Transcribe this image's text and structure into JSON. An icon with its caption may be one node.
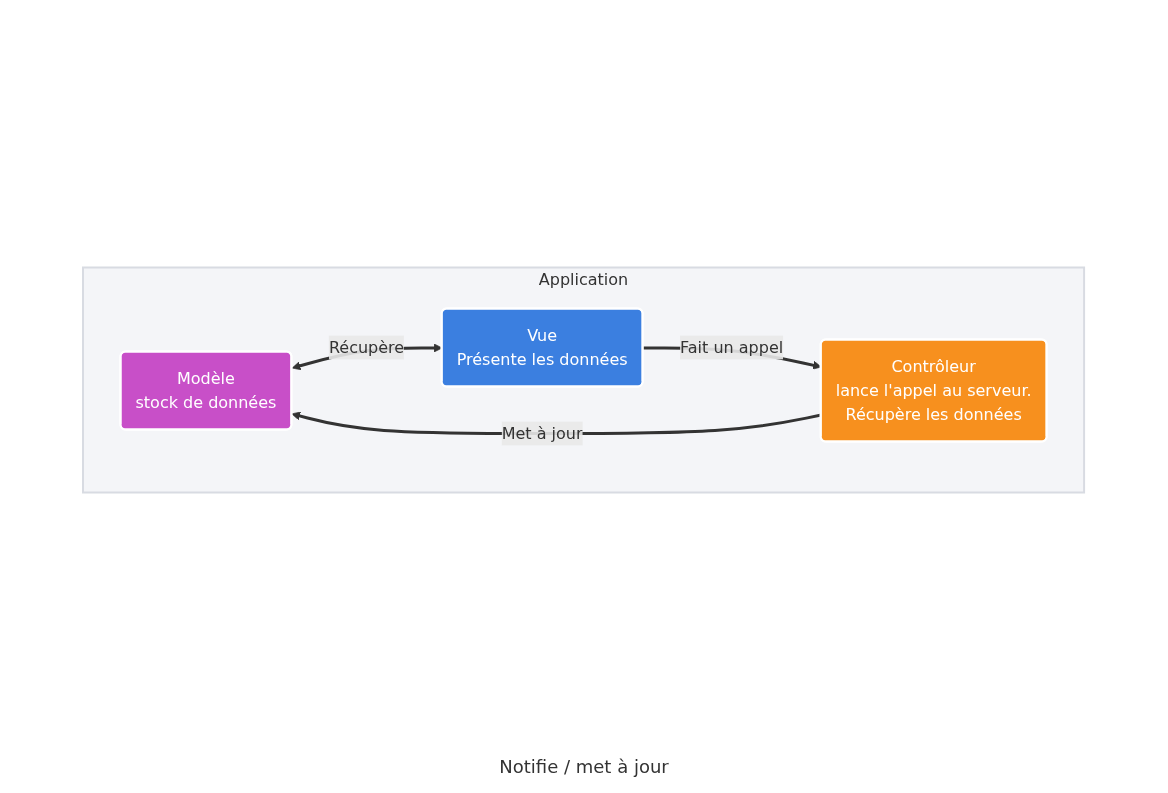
{
  "diagram": {
    "nodes": [
      {
        "text": [
          "Application"
        ]
      },
      {
        "text": [
          "Modèle",
          "stock de données"
        ],
        "in": 0
      },
      {
        "text": [
          "Contrôleur",
          "lance l'appel au serveur.",
          "Récupère les données"
        ],
        "in": 0
      },
      {
        "text": [
          "Vue",
          "Présente les données"
        ],
        "in": 0
      }
    ],
    "edges": [
      {
        "from": 2,
        "to": 1,
        "arrow": "to",
        "label": "Met à jour"
      },
      {
        "from": 1,
        "to": 3,
        "arrow": "both",
        "label": "Récupère"
      },
      {
        "from": 3,
        "to": 2,
        "arrow": "to",
        "label": "Fait un appel"
      }
    ],
    "labels": [
      "Notifie / met à jour"
    ]
  }
}
